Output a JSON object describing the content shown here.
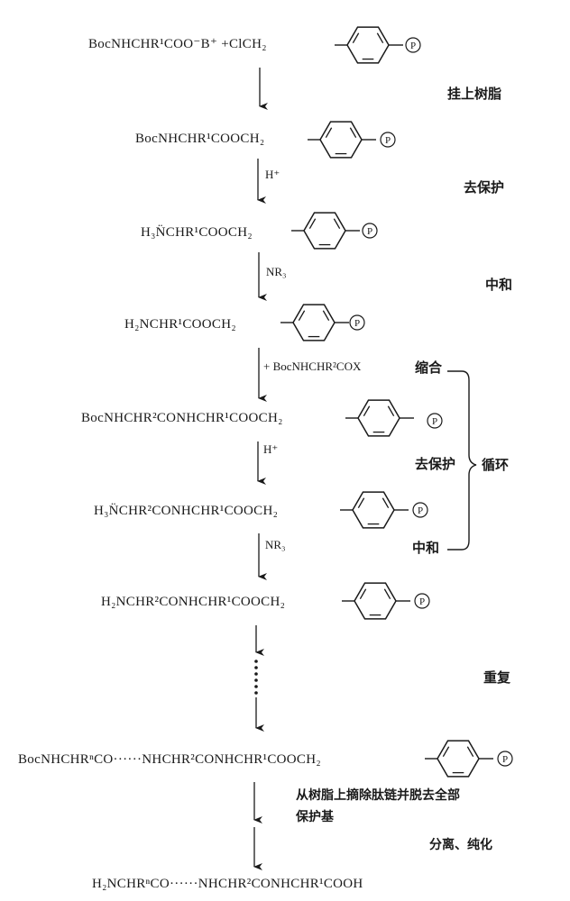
{
  "formulas": [
    "BocNHCHR¹COO⁻B⁺ +ClCH₂",
    "BocNHCHR¹COOCH₂",
    "H₃N̈CHR¹COOCH₂",
    "H₂NCHR¹COOCH₂",
    "BocNHCHR²CONHCHR¹COOCH₂",
    "H₃N̈CHR²CONHCHR¹COOCH₂",
    "H₂NCHR²CONHCHR¹COOCH₂",
    "BocNHCHRⁿCO······NHCHR²CONHCHR¹COOCH₂",
    "H₂NCHRⁿCO······NHCHR²CONHCHR¹COOH"
  ],
  "reagents": {
    "h_plus": "H⁺",
    "nr3": "NR₃",
    "boc_add": "+ BocNHCHR²COX",
    "h_plus_2": "H⁺",
    "nr3_2": "NR₃"
  },
  "resin_mark": "P",
  "steps": {
    "attach": "挂上树脂",
    "deprotect": "去保护",
    "neutralize": "中和",
    "repeat": "重复",
    "cleave_line1": "从树脂上摘除肽链并脱去全部",
    "cleave_line2": "保护基",
    "purify": "分离、纯化"
  },
  "cycle": {
    "condense": "缩合",
    "deprotect": "去保护",
    "neutralize": "中和",
    "label": "循环"
  }
}
